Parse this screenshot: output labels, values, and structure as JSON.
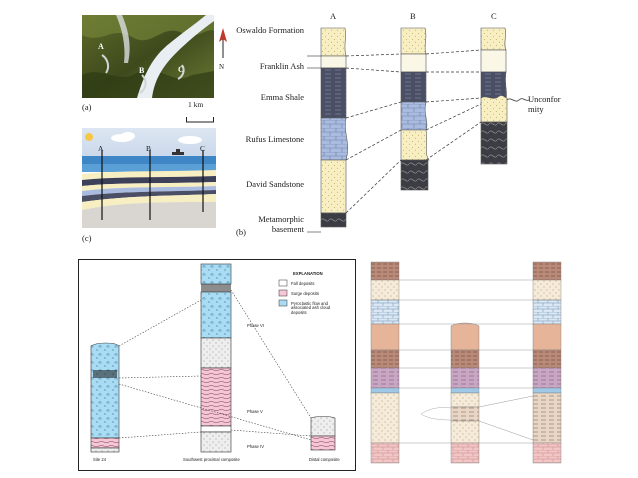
{
  "panel_a": {
    "tag": "(a)",
    "labels": [
      "A",
      "B",
      "C"
    ],
    "north": "N",
    "scale": "1 km"
  },
  "panel_c": {
    "tag": "(c)",
    "wells": [
      "A",
      "B",
      "C"
    ]
  },
  "panel_b": {
    "tag": "(b)",
    "columns": [
      "A",
      "B",
      "C"
    ],
    "formations": [
      "Oswaldo Formation",
      "Franklin Ash",
      "Emma Shale",
      "Rufus Limestone",
      "David Sandstone",
      "Metamorphic basement"
    ],
    "unconformity": "Unconformity"
  },
  "bottom_left": {
    "legend_title": "EXPLANATION",
    "legend": [
      {
        "label": "Fall deposits",
        "color": "#ffffff"
      },
      {
        "label": "Surge deposits",
        "color": "#f4c6d6"
      },
      {
        "label": "Pyroclastic flow and associated ash cloud deposits",
        "color": "#a9dcf2"
      }
    ],
    "phases": [
      "Phase VI",
      "Phase V",
      "Phase IV"
    ],
    "columns": [
      "Site 24",
      "Southwest proximal composite",
      "Distal composite"
    ]
  },
  "colors": {
    "sandstone": "#f7eec1",
    "shale": "#4a4f66",
    "limestone": "#a9bce0",
    "basement": "#3c3c44",
    "brick": "#f3c6c6",
    "terracotta": "#e6b498",
    "mauve": "#c9a6c4",
    "blue_band": "#9fc8e6"
  }
}
